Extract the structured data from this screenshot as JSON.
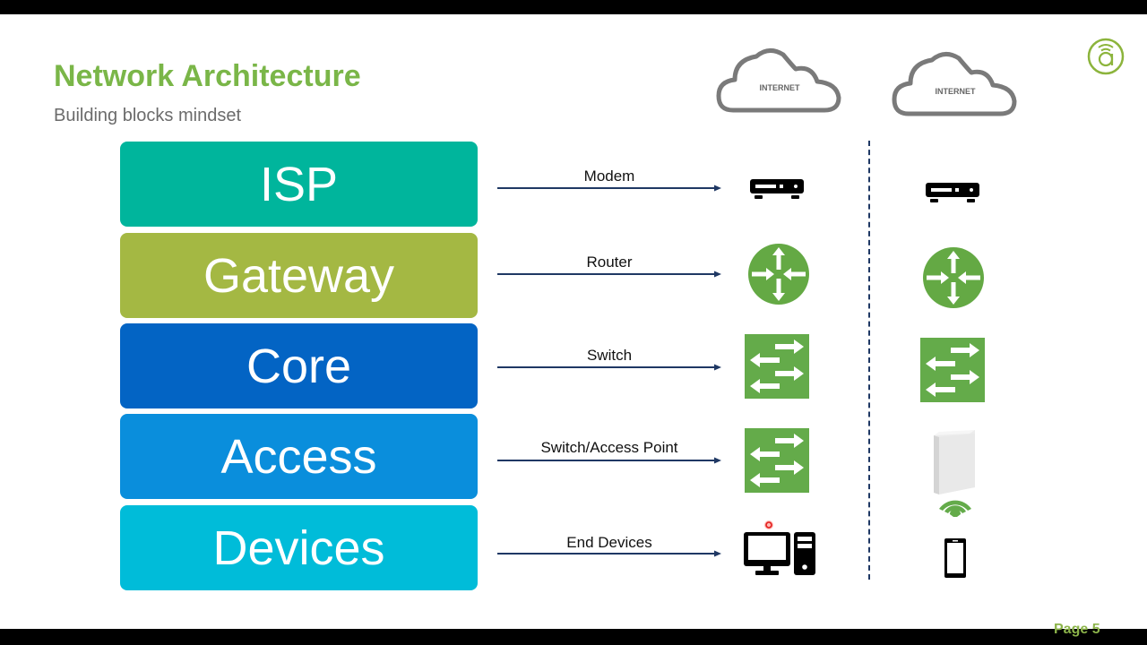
{
  "slide": {
    "title": "Network Architecture",
    "subtitle": "Building blocks mindset",
    "page_label": "Page 5",
    "accent_color": "#7ab648"
  },
  "clouds": [
    {
      "label": "INTERNET"
    },
    {
      "label": "INTERNET"
    }
  ],
  "layers": [
    {
      "label": "ISP",
      "color": "#00b59c",
      "connector": "Modem",
      "left_icon": "modem-icon",
      "right_icon": "modem-icon"
    },
    {
      "label": "Gateway",
      "color": "#a4b843",
      "connector": "Router",
      "left_icon": "router-icon",
      "right_icon": "router-icon"
    },
    {
      "label": "Core",
      "color": "#0364c4",
      "connector": "Switch",
      "left_icon": "switch-icon",
      "right_icon": "switch-icon"
    },
    {
      "label": "Access",
      "color": "#0a8edc",
      "connector": "Switch/Access Point",
      "left_icon": "switch-icon",
      "right_icon": "wireless-access-point-icon"
    },
    {
      "label": "Devices",
      "color": "#00bcd9",
      "connector": "End Devices",
      "left_icon": "desktop-computer-icon",
      "right_icon": "smartphone-icon"
    }
  ]
}
